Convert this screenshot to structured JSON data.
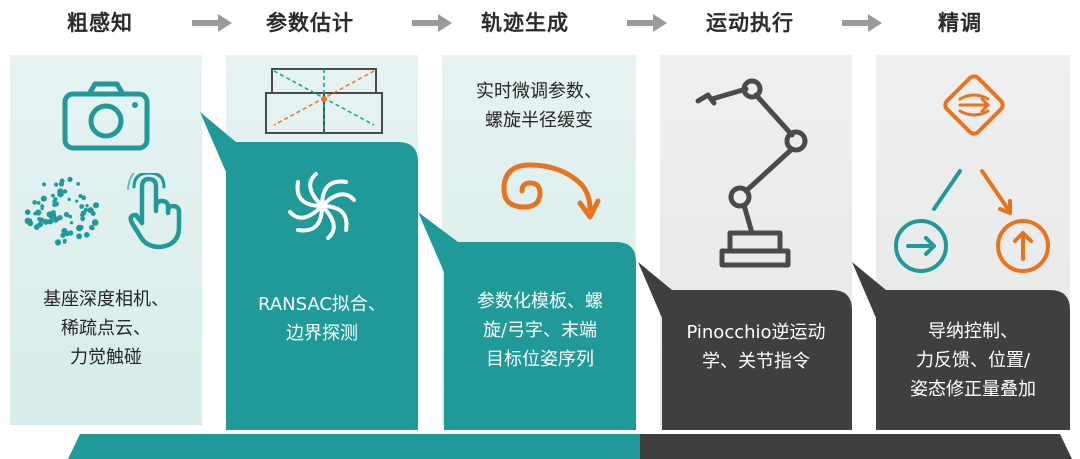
{
  "stages": [
    {
      "title": "粗感知",
      "description": "基座深度相机、\n稀疏点云、\n力觉触碰",
      "icons": [
        "camera-icon",
        "point-cloud-icon",
        "touch-hand-icon"
      ]
    },
    {
      "title": "参数估计",
      "description": "RANSAC拟合、\n边界探测",
      "icons": [
        "boundary-box-icon",
        "ransac-swirl-icon"
      ]
    },
    {
      "title": "轨迹生成",
      "note": "实时微调参数、\n螺旋半径缓变",
      "description": "参数化模板、螺\n旋/弓字、末端\n目标位姿序列",
      "icons": [
        "spiral-arrow-icon"
      ]
    },
    {
      "title": "运动执行",
      "description": "Pinocchio逆运动\n学、关节指令",
      "icons": [
        "robot-arm-icon"
      ]
    },
    {
      "title": "精调",
      "description": "导纳控制、\n力反馈、位置/\n姿态修正量叠加",
      "icons": [
        "force-feedback-icon",
        "position-correction-icon",
        "orientation-correction-icon"
      ]
    }
  ],
  "colors": {
    "teal": "#1f9a98",
    "dark": "#3f3f3f",
    "orange": "#e8731f",
    "light_teal": "#e3f1f0",
    "light_gray": "#ececec",
    "arrow_gray": "#9a9a9a"
  }
}
